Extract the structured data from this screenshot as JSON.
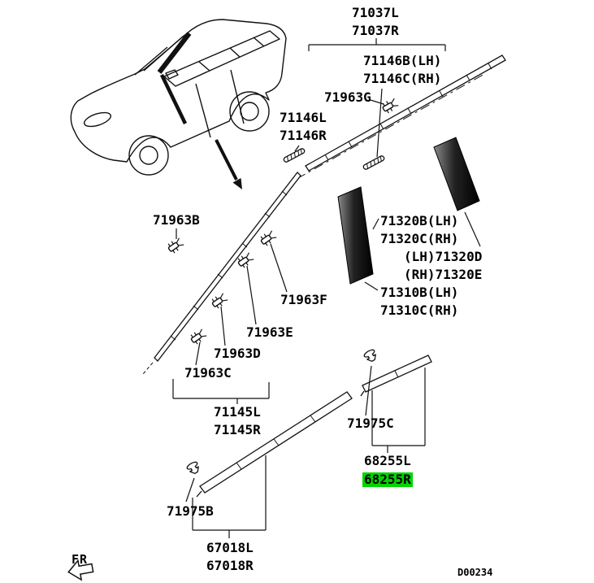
{
  "highlight": {
    "part": "68255R",
    "color": "#00d400"
  },
  "labels": {
    "p71037L": "71037L",
    "p71037R": "71037R",
    "p71146B": "71146B(LH)",
    "p71146C": "71146C(RH)",
    "p71963G": "71963G",
    "p71146L": "71146L",
    "p71146R": "71146R",
    "p71963B": "71963B",
    "p71320B": "71320B(LH)",
    "p71320C": "71320C(RH)",
    "p71320D": "(LH)71320D",
    "p71320E": "(RH)71320E",
    "p71310B": "71310B(LH)",
    "p71310C": "71310C(RH)",
    "p71963F": "71963F",
    "p71963E": "71963E",
    "p71963D": "71963D",
    "p71963C": "71963C",
    "p71145L": "71145L",
    "p71145R": "71145R",
    "p71975C": "71975C",
    "p68255L": "68255L",
    "p68255R": "68255R",
    "p71975B": "71975B",
    "p67018L": "67018L",
    "p67018R": "67018R"
  },
  "footer": {
    "fr": "FR",
    "code": "D00234"
  },
  "icons": {
    "clip": "retainer-clip-icon",
    "push_clip": "push-rivet-clip-icon",
    "fr_arrow": "front-direction-arrow-icon",
    "pointer_arrow": "detail-pointer-arrow-icon"
  }
}
